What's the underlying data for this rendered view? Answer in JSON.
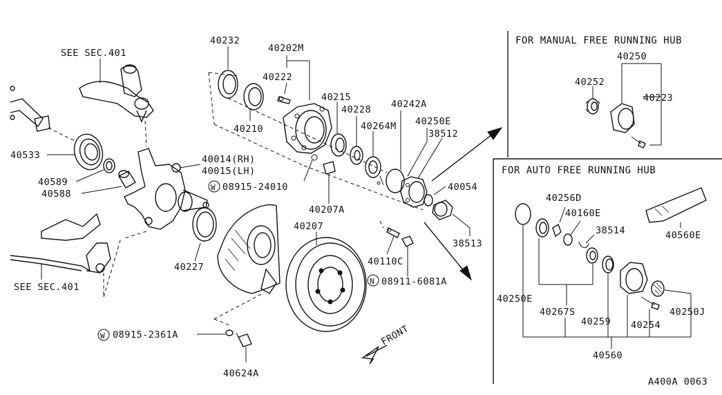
{
  "sections": {
    "manual_title": "FOR MANUAL FREE RUNNING HUB",
    "auto_title": "FOR AUTO FREE RUNNING HUB"
  },
  "refs": {
    "see_sec_top": "SEE SEC.401",
    "see_sec_bottom": "SEE SEC.401"
  },
  "diagram_code": "A400A 0063",
  "front_label": "FRONT",
  "parts": {
    "p40232": "40232",
    "p40202M": "40202M",
    "p40222": "40222",
    "p40210": "40210",
    "p40215": "40215",
    "p40228": "40228",
    "p40242A": "40242A",
    "p40264M": "40264M",
    "p40250E_top": "40250E",
    "p38512": "38512",
    "p40054": "40054",
    "p38513": "38513",
    "p40533": "40533",
    "p40589": "40589",
    "p40588": "40588",
    "p40014": "40014(RH)",
    "p40015": "40015(LH)",
    "p08915_24010": "08915-24010",
    "p40207A": "40207A",
    "p40227": "40227",
    "p40207": "40207",
    "p40110C": "40110C",
    "p08911_6081A": "08911-6081A",
    "p08915_2361A": "08915-2361A",
    "p40624A": "40624A",
    "p40250": "40250",
    "p40252": "40252",
    "p40223": "40223",
    "p40256D": "40256D",
    "p40160E": "40160E",
    "p38514": "38514",
    "p40560E": "40560E",
    "p40250E_auto": "40250E",
    "p40267S": "40267S",
    "p40259": "40259",
    "p40254": "40254",
    "p40250J": "40250J",
    "p40560": "40560"
  },
  "circle_marks": {
    "w1": "W",
    "w2": "W",
    "n1": "N"
  }
}
